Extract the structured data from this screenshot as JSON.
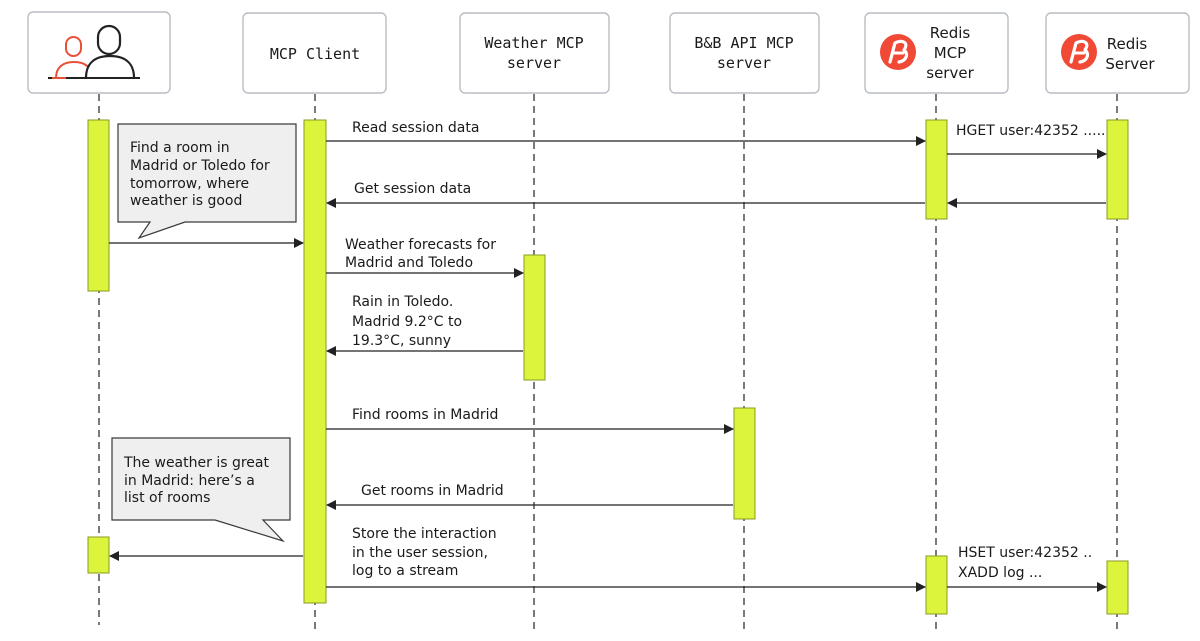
{
  "participants": [
    {
      "id": "user",
      "label": "",
      "icon": "users-icon"
    },
    {
      "id": "mcp_client",
      "label": "MCP Client"
    },
    {
      "id": "weather_mcp",
      "label": "Weather MCP server"
    },
    {
      "id": "bnb_mcp",
      "label": "B&B API MCP server"
    },
    {
      "id": "redis_mcp",
      "label": "Redis MCP server",
      "icon": "redis-logo-icon"
    },
    {
      "id": "redis_server",
      "label": "Redis Server",
      "icon": "redis-logo-icon"
    }
  ],
  "messages": [
    {
      "from": "mcp_client",
      "to": "redis_mcp",
      "label": "Read session data"
    },
    {
      "from": "redis_mcp",
      "to": "redis_server",
      "label": "HGET user:42352 ....."
    },
    {
      "from": "redis_mcp",
      "to": "mcp_client",
      "label": "Get session data"
    },
    {
      "from": "user",
      "to": "mcp_client",
      "label": ""
    },
    {
      "from": "mcp_client",
      "to": "weather_mcp",
      "label": "Weather forecasts for Madrid and Toledo"
    },
    {
      "from": "weather_mcp",
      "to": "mcp_client",
      "label": "Rain in Toledo. Madrid 9.2°C to 19.3°C, sunny"
    },
    {
      "from": "mcp_client",
      "to": "bnb_mcp",
      "label": "Find rooms in Madrid"
    },
    {
      "from": "bnb_mcp",
      "to": "mcp_client",
      "label": "Get rooms in Madrid"
    },
    {
      "from": "mcp_client",
      "to": "user",
      "label": ""
    },
    {
      "from": "mcp_client",
      "to": "redis_mcp",
      "label": "Store the interaction in the user session, log to a stream"
    },
    {
      "from": "redis_mcp",
      "to": "redis_server",
      "label": "HSET user:42352 .. XADD log ..."
    }
  ],
  "notes": [
    {
      "id": "user_request",
      "text": "Find a room in Madrid or Toledo for tomorrow, where weather is good"
    },
    {
      "id": "assistant_reply",
      "text": "The weather is great in Madrid: here's a list of rooms"
    }
  ],
  "colors": {
    "activation": "#dcf43c",
    "redis_logo": "#f04a37",
    "user_icon_front": "#222222",
    "user_icon_back": "#e8503a",
    "note_fill": "#efefef"
  }
}
